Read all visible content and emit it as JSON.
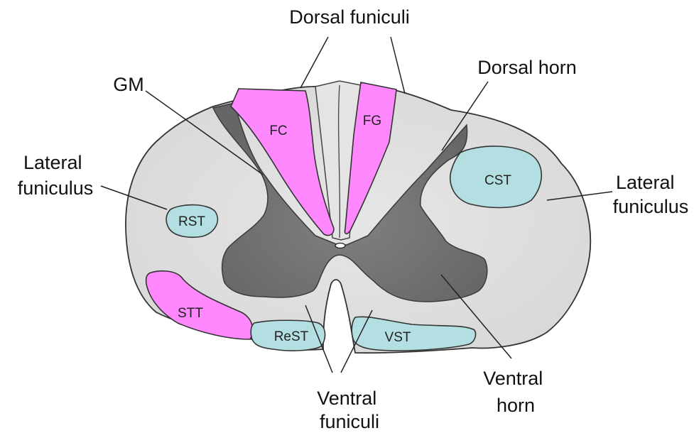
{
  "colors": {
    "white_matter": "#dcdcdc",
    "gray_matter": "#6f6f6f",
    "dorsal_tracts": "#ff88ff",
    "other_tracts": "#b4dfe2",
    "outline": "#333333"
  },
  "tracts": {
    "fc": "FC",
    "fg": "FG",
    "cst": "CST",
    "rst": "RST",
    "stt": "STT",
    "rest": "ReST",
    "vst": "VST"
  },
  "annotations": {
    "dorsal_funiculi": "Dorsal funiculi",
    "dorsal_horn": "Dorsal horn",
    "gm": "GM",
    "lateral_funiculus_left": [
      "Lateral",
      "funiculus"
    ],
    "lateral_funiculus_right": [
      "Lateral",
      "funiculus"
    ],
    "ventral_funiculi": [
      "Ventral",
      "funiculi"
    ],
    "ventral_horn": [
      "Ventral",
      "horn"
    ]
  }
}
